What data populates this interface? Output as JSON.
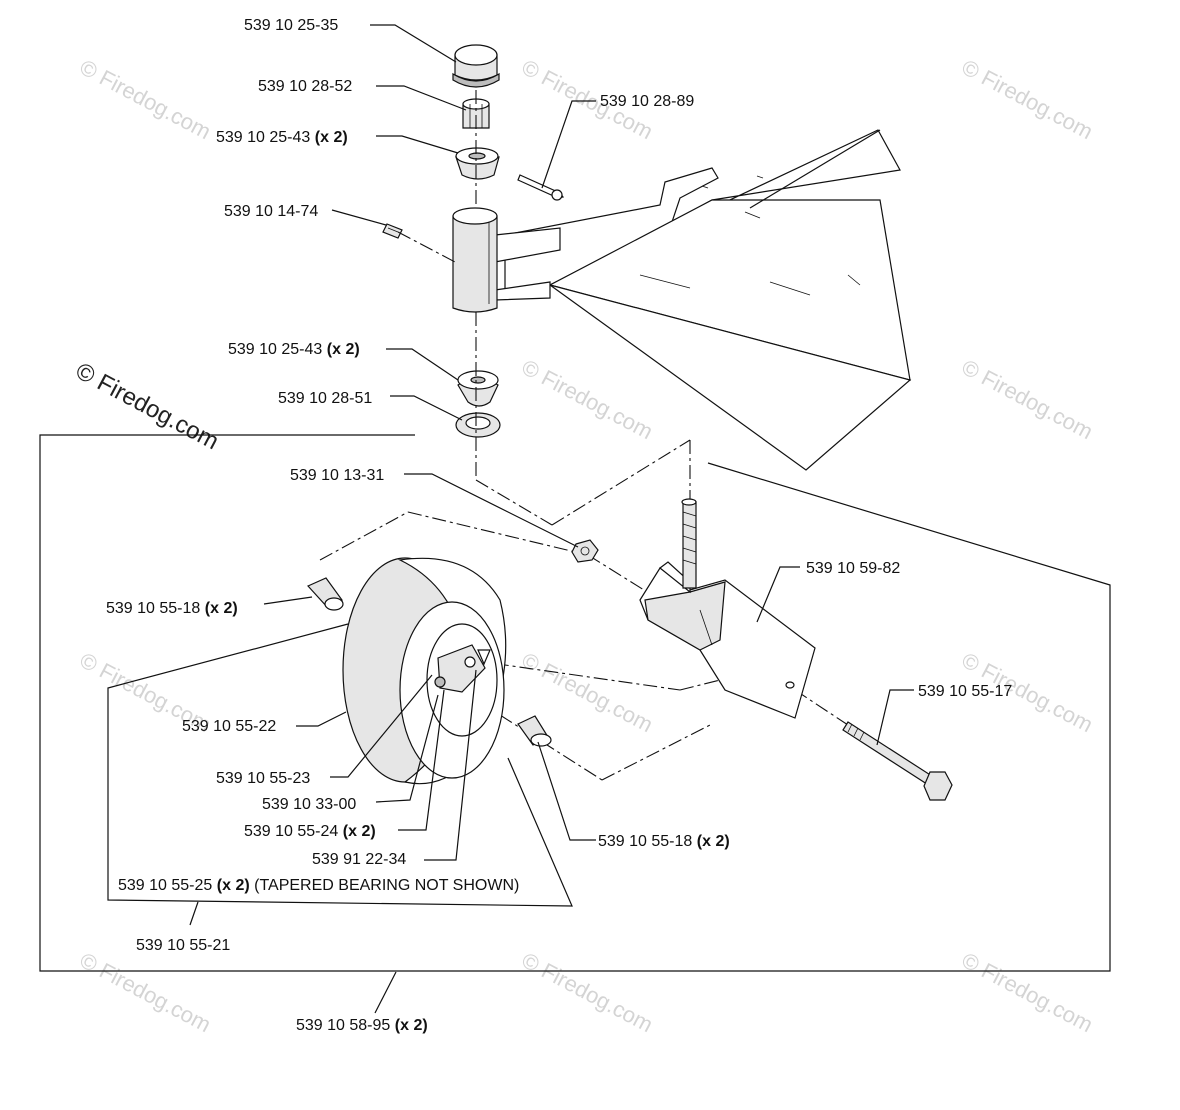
{
  "watermark": "© Firedog.com",
  "watermark_main": "© Firedog.com",
  "labels": {
    "p1": {
      "num": "539 10 25-35"
    },
    "p2": {
      "num": "539 10 28-52"
    },
    "p3": {
      "num": "539 10 25-43",
      "qty": "(x 2)"
    },
    "p4": {
      "num": "539 10 28-89"
    },
    "p5": {
      "num": "539 10 14-74"
    },
    "p6": {
      "num": "539 10 25-43",
      "qty": "(x 2)"
    },
    "p7": {
      "num": "539 10 28-51"
    },
    "p8": {
      "num": "539 10 13-31"
    },
    "p9": {
      "num": "539 10 59-82"
    },
    "p10": {
      "num": "539 10 55-18",
      "qty": "(x 2)"
    },
    "p11": {
      "num": "539 10 55-22"
    },
    "p12": {
      "num": "539 10 55-17"
    },
    "p13": {
      "num": "539 10 55-23"
    },
    "p14": {
      "num": "539 10 33-00"
    },
    "p15": {
      "num": "539 10 55-24",
      "qty": "(x 2)"
    },
    "p16": {
      "num": "539 10 55-18",
      "qty": "(x 2)"
    },
    "p17": {
      "num": "539 91 22-34"
    },
    "p18": {
      "num": "539 10 55-25",
      "qty": "(x 2)",
      "note": "(TAPERED BEARING NOT SHOWN)"
    },
    "p19": {
      "num": "539 10 55-21"
    },
    "p20": {
      "num": "539 10 58-95",
      "qty": "(x 2)"
    }
  }
}
